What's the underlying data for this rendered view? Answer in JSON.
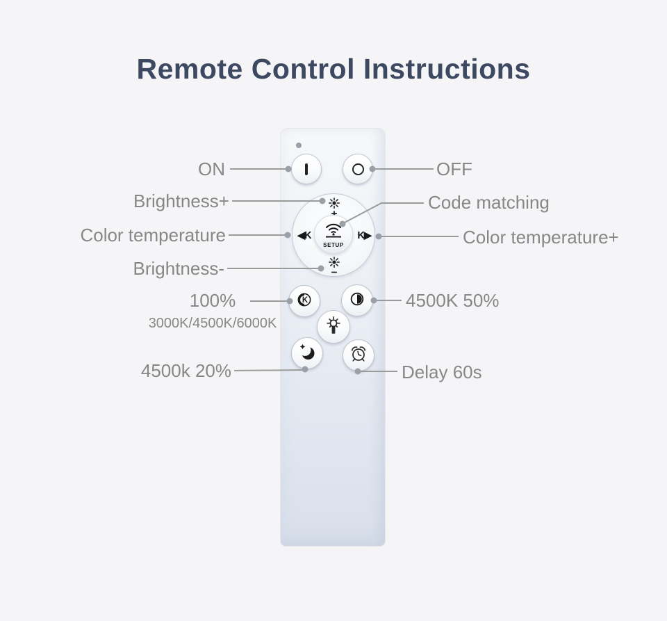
{
  "title": "Remote Control Instructions",
  "annotations": {
    "on": "ON",
    "off": "OFF",
    "brightness_plus": "Brightness+",
    "code_matching": "Code matching",
    "color_temperature_minus": "Color temperature",
    "color_temperature_plus": "Color temperature+",
    "brightness_minus": "Brightness-",
    "memory_percent": "100%",
    "memory_kelvin_cycle": "3000K/4500K/6000K",
    "scene_4500k_50": "4500K 50%",
    "night_4500k_20": "4500k 20%",
    "delay_60s": "Delay 60s"
  },
  "remote": {
    "power_on_glyph": "I",
    "k_button_glyph": "K",
    "pad": {
      "left_label": "◀K",
      "right_label": "K▶",
      "setup_label": "SETUP"
    },
    "icons": {
      "led-indicator": "small gray dot",
      "power-on-icon": "vertical bar",
      "power-off-icon": "ring outline",
      "brightness-up-icon": "sun with plus",
      "brightness-down-icon": "sun with minus",
      "setup-wifi-icon": "wifi arcs with dot and underline",
      "kelvin-cycle-icon": "letter K in circle with left crescent",
      "contrast-icon": "circle with right half filled",
      "night-light-icon": "torch bulb with rays",
      "sleep-icon": "crescent moon with star",
      "delay-icon": "alarm clock"
    }
  },
  "colors": {
    "background": "#f5f5f7",
    "title": "#3c4961",
    "label": "#878787",
    "leader_line": "#9b9b9b",
    "leader_dot": "#9aa0a6",
    "remote_top": "#f7f8fa",
    "remote_bottom": "#d9dfeb",
    "button_glyph": "#1a1a1a"
  }
}
